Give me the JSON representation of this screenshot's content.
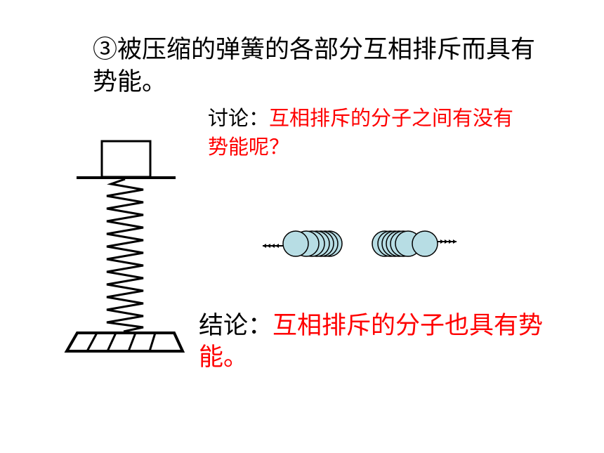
{
  "heading": {
    "text": "③被压缩的弹簧的各部分互相排斥而具有势能。"
  },
  "discussion": {
    "label": "讨论：",
    "question": "互相排斥的分子之间有没有势能呢？"
  },
  "conclusion": {
    "label": "结论：",
    "statement": "互相排斥的分子也具有势能。"
  },
  "colors": {
    "text": "#000000",
    "emphasis": "#ff0000",
    "molecule_fill": "#b7dde4",
    "line": "#000000"
  },
  "illustrations": {
    "spring": "compressed-spring-with-weight-icon",
    "molecules": "repelling-molecules-icon"
  }
}
